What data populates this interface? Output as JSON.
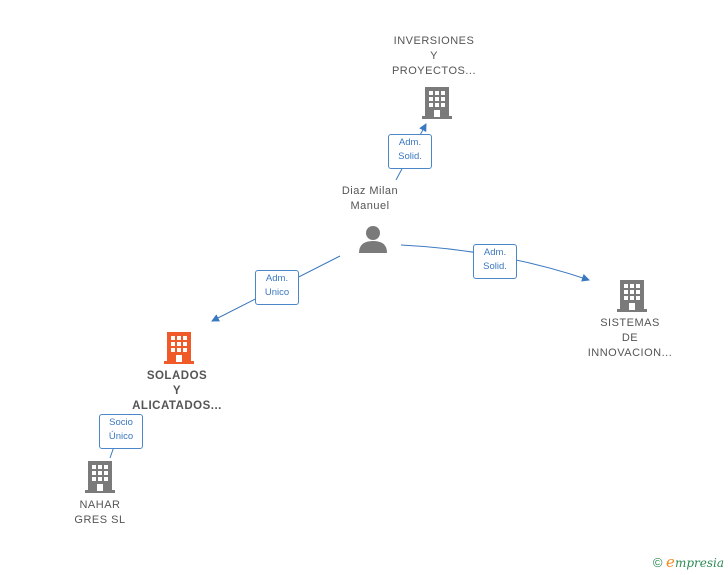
{
  "nodes": {
    "inversiones": {
      "lines": [
        "INVERSIONES",
        "Y",
        "PROYECTOS..."
      ]
    },
    "person": {
      "lines": [
        "Diaz Milan",
        "Manuel"
      ]
    },
    "sistemas": {
      "lines": [
        "SISTEMAS",
        "DE",
        "INNOVACION..."
      ]
    },
    "solados": {
      "lines": [
        "SOLADOS",
        "Y",
        "ALICATADOS..."
      ]
    },
    "nahar": {
      "lines": [
        "NAHAR",
        "GRES  SL"
      ]
    }
  },
  "edges": {
    "to_inversiones": {
      "lines": [
        "Adm.",
        "Solid."
      ]
    },
    "to_sistemas": {
      "lines": [
        "Adm.",
        "Solid."
      ]
    },
    "to_solados": {
      "lines": [
        "Adm.",
        "Unico"
      ]
    },
    "to_nahar": {
      "lines": [
        "Socio",
        "Único"
      ]
    }
  },
  "colors": {
    "edge": "#3a78c0",
    "company": "#7a7a7a",
    "main_company": "#f05a28",
    "person": "#7a7a7a"
  },
  "footer": {
    "copyright": "©",
    "brand_initial": "e",
    "brand_rest": "mpresia"
  }
}
